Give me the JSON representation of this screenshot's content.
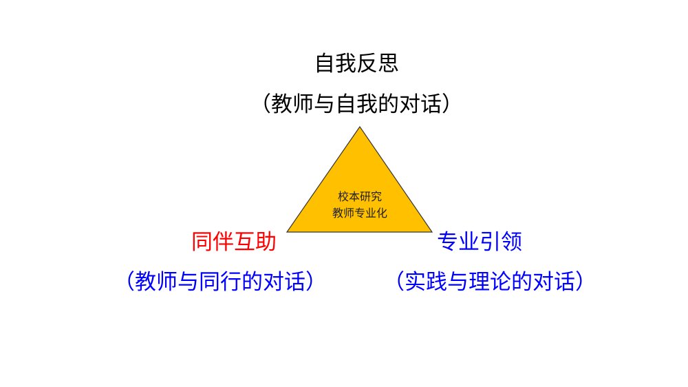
{
  "top": {
    "title": "自我反思",
    "subtitle": "（教师与自我的对话）"
  },
  "center": {
    "line1": "校本研究",
    "line2": "教师专业化",
    "fill": "#FFC000"
  },
  "left": {
    "title": "同伴互助",
    "subtitle": "（教师与同行的对话）",
    "title_color": "#FF0000",
    "subtitle_color": "#0000FF"
  },
  "right": {
    "title": "专业引领",
    "subtitle": "（实践与理论的对话）",
    "title_color": "#0000FF",
    "subtitle_color": "#0000FF"
  }
}
